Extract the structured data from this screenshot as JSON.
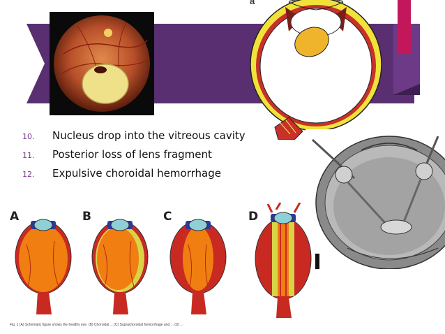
{
  "list": {
    "items": [
      {
        "num": "10.",
        "text": "Nucleus drop into the  vitreous cavity"
      },
      {
        "num": "11.",
        "text": "Posterior loss of lens fragment"
      },
      {
        "num": "12.",
        "text": "Expulsive choroidal hemorrhage"
      }
    ]
  },
  "figure": {
    "top_label": "a",
    "panels": [
      "A",
      "B",
      "C",
      "D"
    ],
    "caption": "Fig. 1  (A) Schematic figure shows the healthy eye. (B) Choroidal ...  (C) Suprachoroidal hemorrhage and ... (D) ..."
  },
  "colors": {
    "banner": "#5a2f71",
    "accent_pink": "#c2185b",
    "list_number": "#7a3d8f"
  }
}
